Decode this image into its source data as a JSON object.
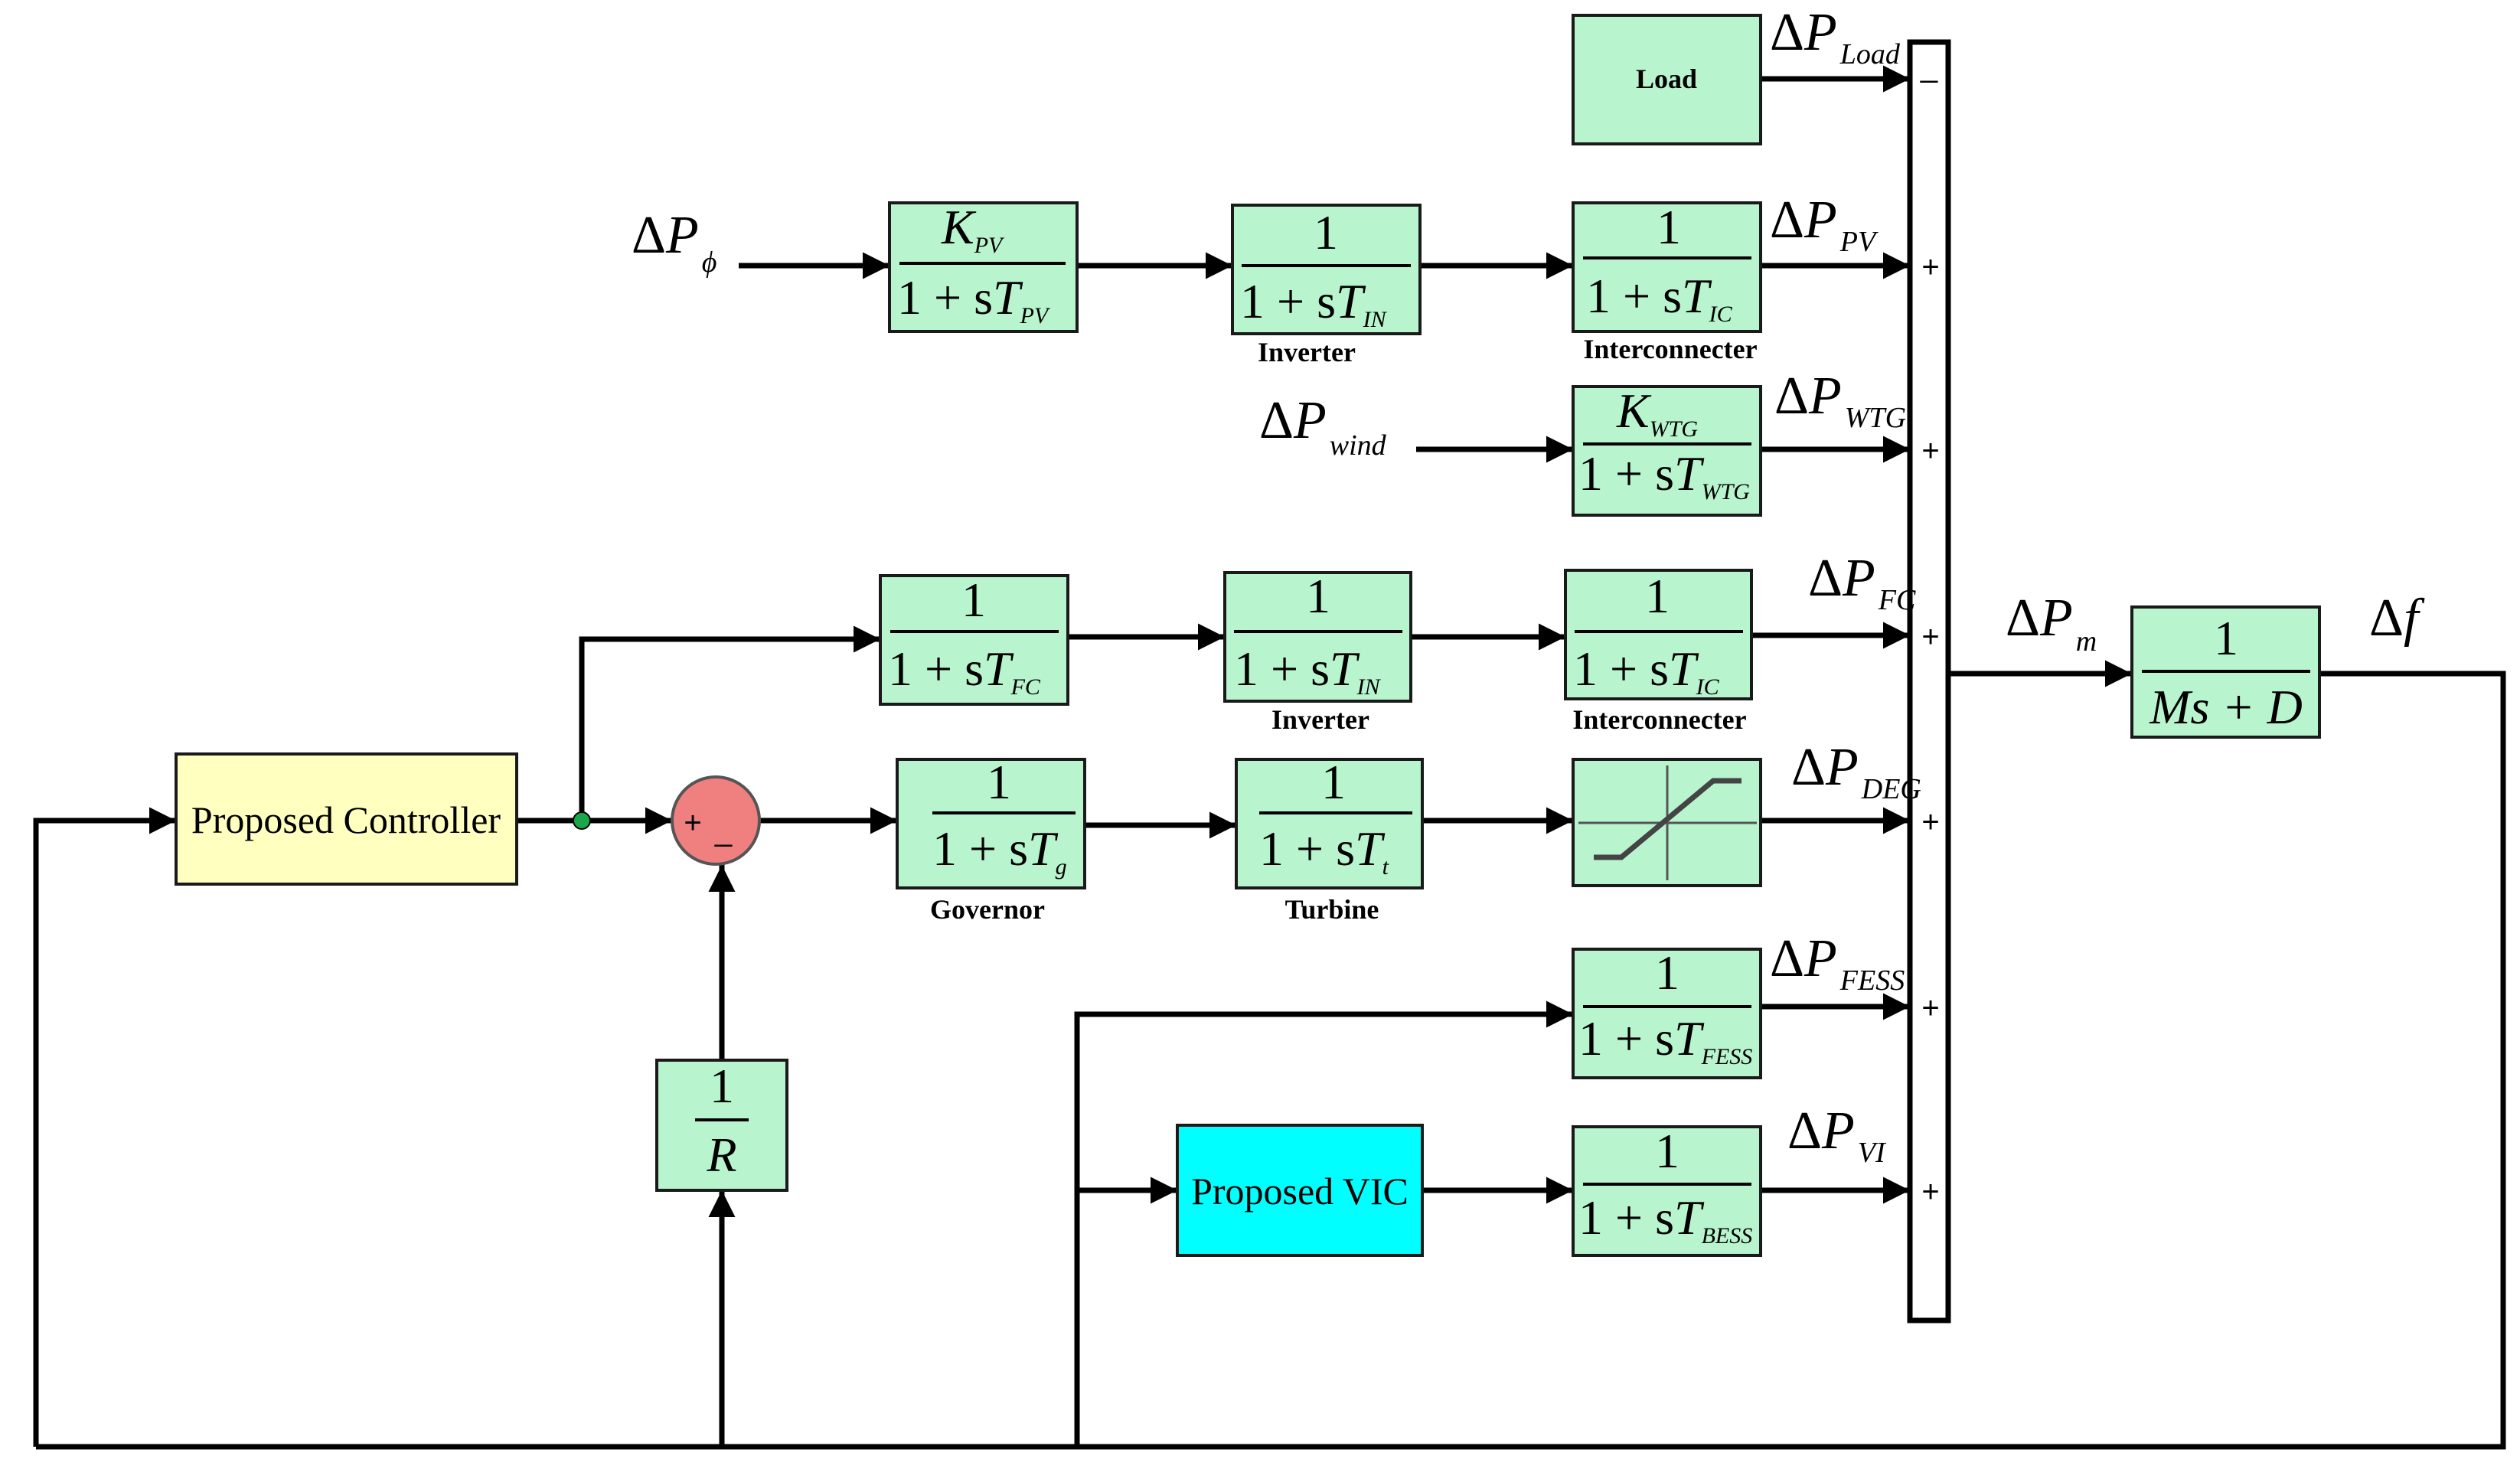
{
  "colors": {
    "block_fill": "#b8f5cf",
    "controller_fill": "#ffffc0",
    "vic_fill": "#00ffff",
    "sum_fill": "#f08080",
    "node_fill": "#1aa64a",
    "line": "#000000"
  },
  "inputs": {
    "phi": {
      "delta": "Δ",
      "var": "P",
      "sub": "ϕ"
    },
    "wind": {
      "delta": "Δ",
      "var": "P",
      "sub": "wind"
    }
  },
  "load": {
    "label": "Load"
  },
  "blocks": {
    "pv": {
      "num_var": "K",
      "num_sub": "PV",
      "den_pre": "1 + s",
      "den_var": "T",
      "den_sub": "PV"
    },
    "inv1": {
      "num": "1",
      "den_pre": "1 + s",
      "den_var": "T",
      "den_sub": "IN",
      "caption": "Inverter"
    },
    "ic1": {
      "num": "1",
      "den_pre": "1 + s",
      "den_var": "T",
      "den_sub": "IC",
      "caption": "Interconnecter"
    },
    "wtg": {
      "num_var": "K",
      "num_sub": "WTG",
      "den_pre": "1 + s",
      "den_var": "T",
      "den_sub": "WTG"
    },
    "fc": {
      "num": "1",
      "den_pre": "1 + s",
      "den_var": "T",
      "den_sub": "FC"
    },
    "inv2": {
      "num": "1",
      "den_pre": "1 + s",
      "den_var": "T",
      "den_sub": "IN",
      "caption": "Inverter"
    },
    "ic2": {
      "num": "1",
      "den_pre": "1 + s",
      "den_var": "T",
      "den_sub": "IC",
      "caption": "Interconnecter"
    },
    "gov": {
      "num": "1",
      "den_pre": "1 + s",
      "den_var": "T",
      "den_sub": "g",
      "caption": "Governor"
    },
    "tur": {
      "num": "1",
      "den_pre": "1 + s",
      "den_var": "T",
      "den_sub": "t",
      "caption": "Turbine"
    },
    "fess": {
      "num": "1",
      "den_pre": "1 + s",
      "den_var": "T",
      "den_sub": "FESS"
    },
    "bess": {
      "num": "1",
      "den_pre": "1 + s",
      "den_var": "T",
      "den_sub": "BESS"
    },
    "droop": {
      "num": "1",
      "den": "R"
    },
    "sys": {
      "num": "1",
      "den": "Ms + D"
    }
  },
  "controller": {
    "label": "Proposed Controller"
  },
  "vic": {
    "label": "Proposed VIC"
  },
  "sum": {
    "plus": "+",
    "minus": "_"
  },
  "bus": {
    "minus": "_",
    "plus": "+"
  },
  "signals": {
    "load": {
      "delta": "Δ",
      "var": "P",
      "sub": "Load"
    },
    "pv": {
      "delta": "Δ",
      "var": "P",
      "sub": "PV"
    },
    "wtg": {
      "delta": "Δ",
      "var": "P",
      "sub": "WTG"
    },
    "fc": {
      "delta": "Δ",
      "var": "P",
      "sub": "FC"
    },
    "deg": {
      "delta": "Δ",
      "var": "P",
      "sub": "DEG"
    },
    "fess": {
      "delta": "Δ",
      "var": "P",
      "sub": "FESS"
    },
    "vi": {
      "delta": "Δ",
      "var": "P",
      "sub": "VI"
    },
    "m": {
      "delta": "Δ",
      "var": "P",
      "sub": "m"
    },
    "f": {
      "delta": "Δ",
      "var": "f"
    }
  }
}
